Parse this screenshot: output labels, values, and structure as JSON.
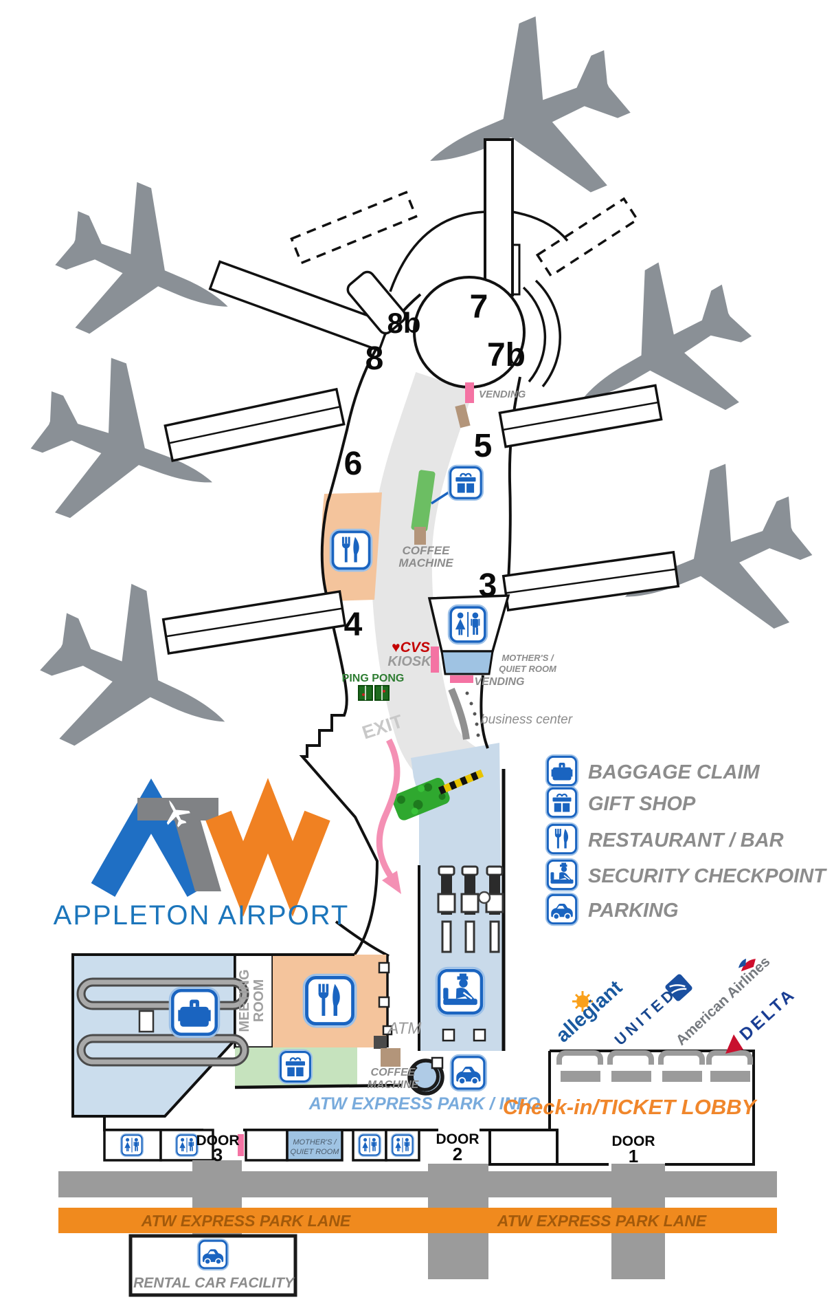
{
  "gates": {
    "g3": "3",
    "g4": "4",
    "g5": "5",
    "g6": "6",
    "g7": "7",
    "g7b": "7b",
    "g8": "8",
    "g8b": "8b"
  },
  "amenities": {
    "vending_upper": "VENDING",
    "vending_lower": "VENDING",
    "coffee_upper_line1": "COFFEE",
    "coffee_upper_line2": "MACHINE",
    "coffee_lower_line1": "COFFEE",
    "coffee_lower_line2": "MACHINE",
    "cvs_brand": "♥CVS",
    "cvs_kiosk": "KIOSK",
    "ping_pong": "PING PONG",
    "exit": "EXIT",
    "business_center": "business center",
    "mothers_upper_line1": "MOTHER'S /",
    "mothers_upper_line2": "QUIET ROOM",
    "mothers_lower_line1": "MOTHER'S /",
    "mothers_lower_line2": "QUIET ROOM",
    "meeting_line1": "MEETING",
    "meeting_line2": "ROOM",
    "atm": "ATM",
    "info_desk": "ATW EXPRESS PARK / INFO",
    "checkin": "Check-in/TICKET LOBBY"
  },
  "doors": {
    "door": "DOOR",
    "n1": "1",
    "n2": "2",
    "n3": "3"
  },
  "roads": {
    "lane_left": "ATW EXPRESS PARK LANE",
    "lane_right": "ATW EXPRESS PARK LANE",
    "rental": "RENTAL CAR FACILITY"
  },
  "legend": {
    "items": [
      {
        "icon": "baggage-claim-icon",
        "label": "BAGGAGE CLAIM"
      },
      {
        "icon": "gift-shop-icon",
        "label": "GIFT SHOP"
      },
      {
        "icon": "restaurant-bar-icon",
        "label": "RESTAURANT / BAR"
      },
      {
        "icon": "security-checkpoint-icon",
        "label": "SECURITY CHECKPOINT"
      },
      {
        "icon": "parking-icon",
        "label": "PARKING"
      }
    ]
  },
  "logo": {
    "airport_name": "APPLETON AIRPORT"
  },
  "airlines": {
    "allegiant": "allegiant",
    "united": "UNITED",
    "american": "American Airlines",
    "delta": "DELTA"
  },
  "colors": {
    "accent_blue": "#1A64C0",
    "zone_orange": "#F4C49C",
    "zone_green": "#C6E3BE",
    "zone_blue": "#C9DAEA",
    "lane_orange": "#F08A1E",
    "pink": "#F473A3",
    "logo_blue": "#1F6FC4",
    "logo_gray": "#808285",
    "logo_orange": "#F08122"
  }
}
